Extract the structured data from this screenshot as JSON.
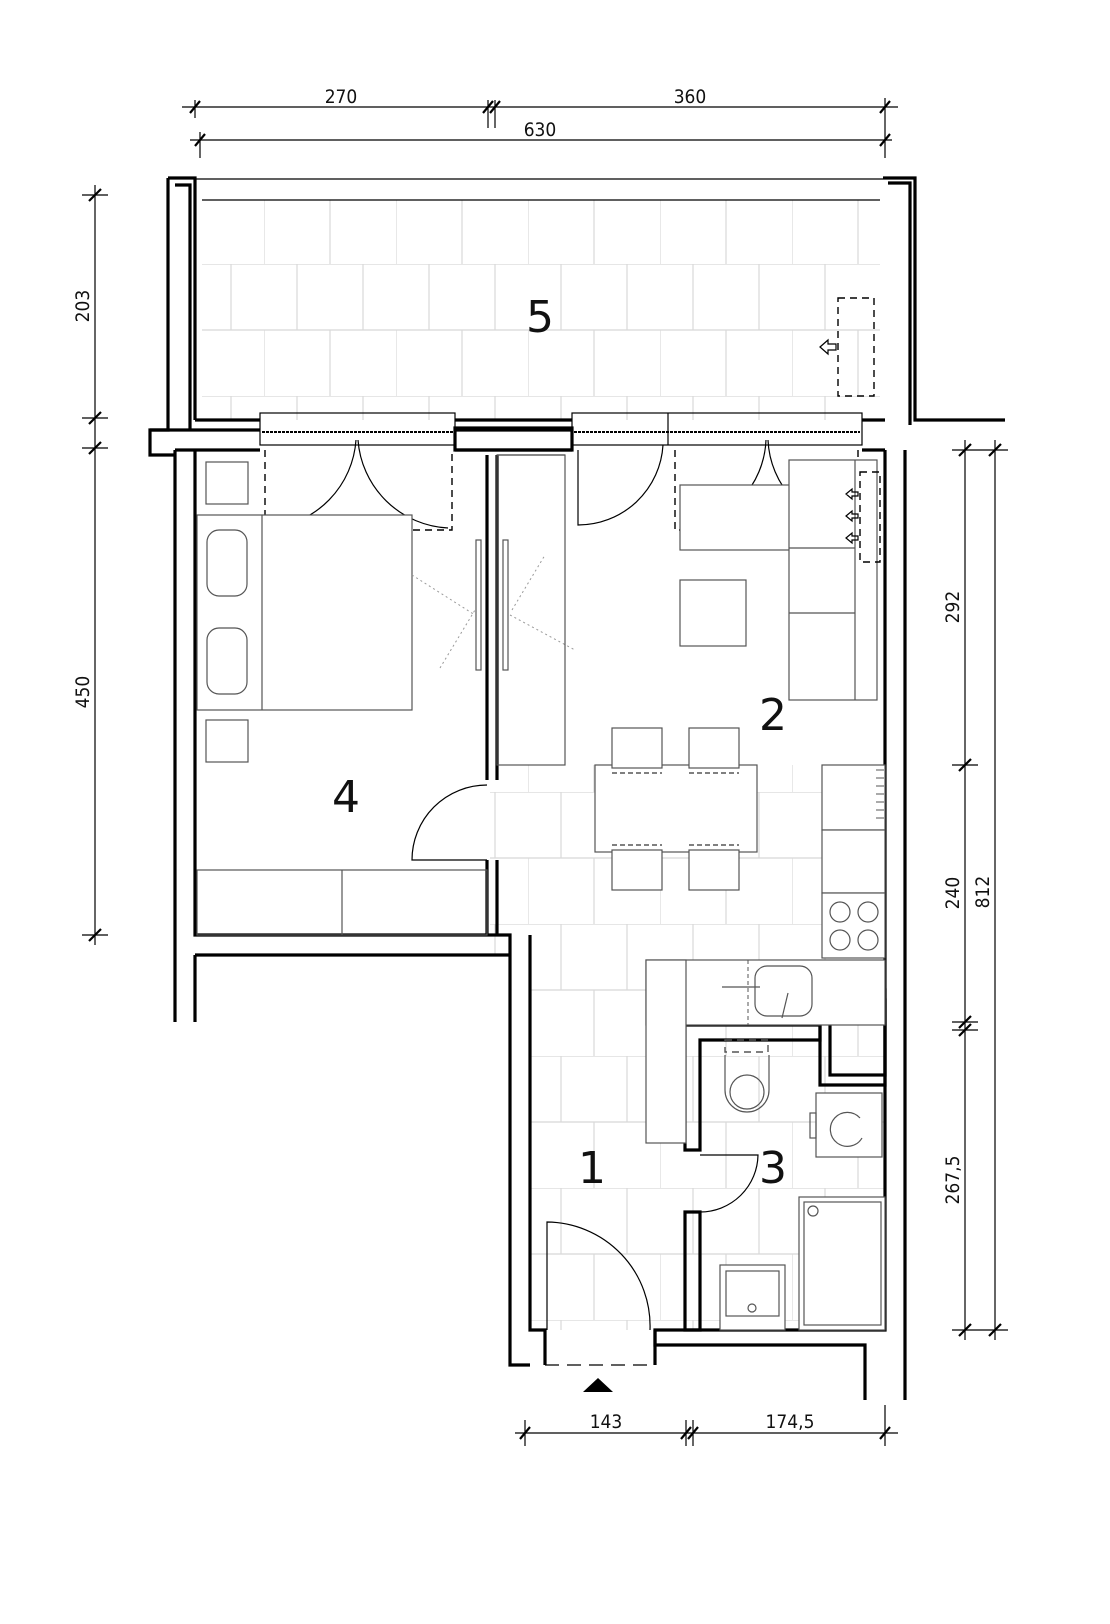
{
  "plan": {
    "dimensions": {
      "top_segment_left": "270",
      "top_segment_right": "360",
      "top_total": "630",
      "left_balcony": "203",
      "left_bedroom": "450",
      "right_living": "292",
      "right_kitchen": "240",
      "right_bath": "267,5",
      "right_total": "812",
      "bottom_hall": "143",
      "bottom_bath": "174,5"
    },
    "rooms": [
      {
        "number": "1"
      },
      {
        "number": "2"
      },
      {
        "number": "3"
      },
      {
        "number": "4"
      },
      {
        "number": "5"
      }
    ]
  }
}
